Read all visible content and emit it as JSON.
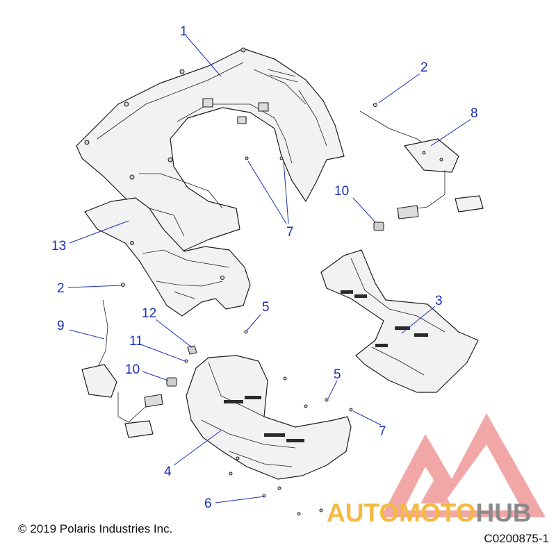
{
  "diagram": {
    "callouts": [
      "1",
      "2",
      "8",
      "10",
      "7",
      "13",
      "2",
      "3",
      "5",
      "12",
      "9",
      "11",
      "10",
      "5",
      "7",
      "4",
      "6"
    ]
  },
  "footer": {
    "copyright": "© 2019 Polaris Industries Inc.",
    "figure_code": "C0200875-1"
  },
  "watermark": {
    "word_part_a": "AUTOMOTO",
    "word_part_b": "HUB",
    "color_red": "#e04848",
    "color_orange": "#f5b942",
    "color_gray": "#8a8a8a"
  }
}
